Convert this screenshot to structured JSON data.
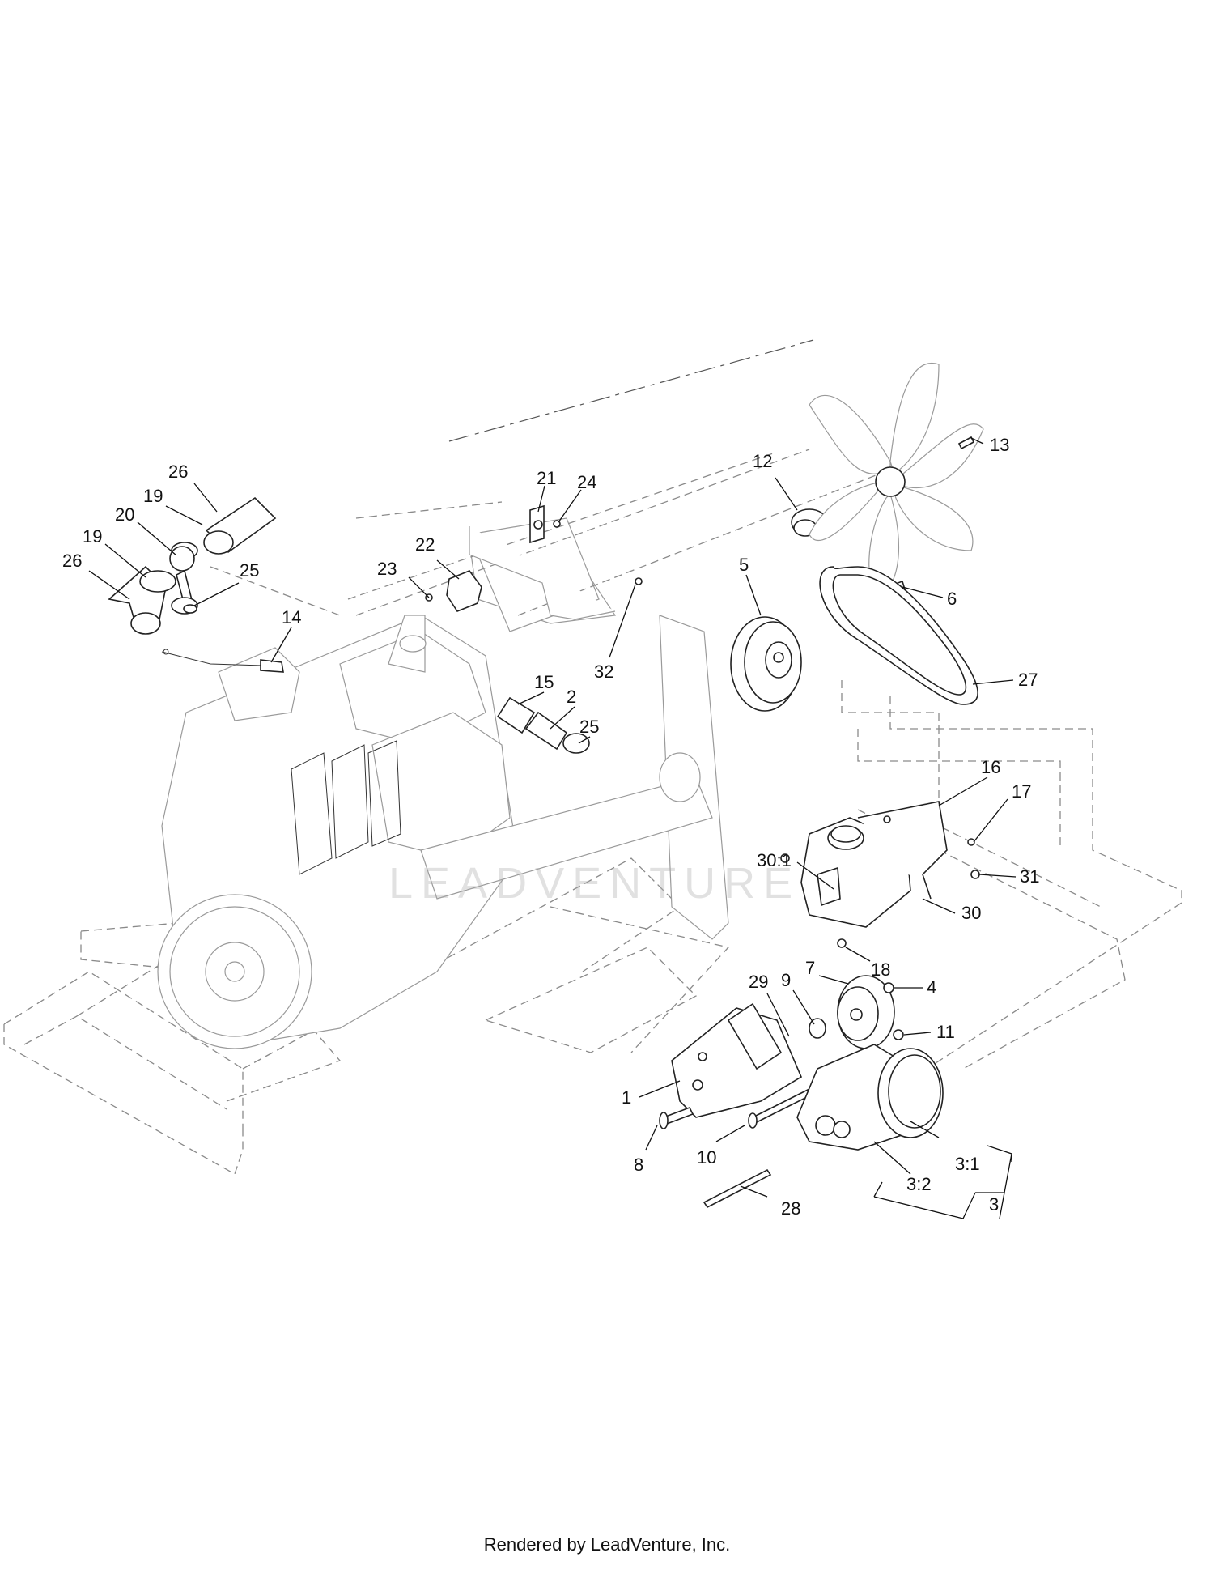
{
  "footer": {
    "credit": "Rendered by LeadVenture, Inc."
  },
  "watermark": {
    "text": "LEADVENTURE"
  },
  "callouts": [
    {
      "id": "c-26a",
      "label": "26"
    },
    {
      "id": "c-19a",
      "label": "19"
    },
    {
      "id": "c-20",
      "label": "20"
    },
    {
      "id": "c-19b",
      "label": "19"
    },
    {
      "id": "c-26b",
      "label": "26"
    },
    {
      "id": "c-25a",
      "label": "25"
    },
    {
      "id": "c-21",
      "label": "21"
    },
    {
      "id": "c-24",
      "label": "24"
    },
    {
      "id": "c-22",
      "label": "22"
    },
    {
      "id": "c-23",
      "label": "23"
    },
    {
      "id": "c-14",
      "label": "14"
    },
    {
      "id": "c-12",
      "label": "12"
    },
    {
      "id": "c-13",
      "label": "13"
    },
    {
      "id": "c-5",
      "label": "5"
    },
    {
      "id": "c-6",
      "label": "6"
    },
    {
      "id": "c-32",
      "label": "32"
    },
    {
      "id": "c-15",
      "label": "15"
    },
    {
      "id": "c-2",
      "label": "2"
    },
    {
      "id": "c-25b",
      "label": "25"
    },
    {
      "id": "c-27",
      "label": "27"
    },
    {
      "id": "c-16",
      "label": "16"
    },
    {
      "id": "c-17",
      "label": "17"
    },
    {
      "id": "c-31",
      "label": "31"
    },
    {
      "id": "c-30-1",
      "label": "30:1"
    },
    {
      "id": "c-30",
      "label": "30"
    },
    {
      "id": "c-18",
      "label": "18"
    },
    {
      "id": "c-7",
      "label": "7"
    },
    {
      "id": "c-9",
      "label": "9"
    },
    {
      "id": "c-29",
      "label": "29"
    },
    {
      "id": "c-4",
      "label": "4"
    },
    {
      "id": "c-11",
      "label": "11"
    },
    {
      "id": "c-1",
      "label": "1"
    },
    {
      "id": "c-8",
      "label": "8"
    },
    {
      "id": "c-10",
      "label": "10"
    },
    {
      "id": "c-3-1",
      "label": "3:1"
    },
    {
      "id": "c-3-2",
      "label": "3:2"
    },
    {
      "id": "c-3",
      "label": "3"
    },
    {
      "id": "c-28",
      "label": "28"
    }
  ]
}
